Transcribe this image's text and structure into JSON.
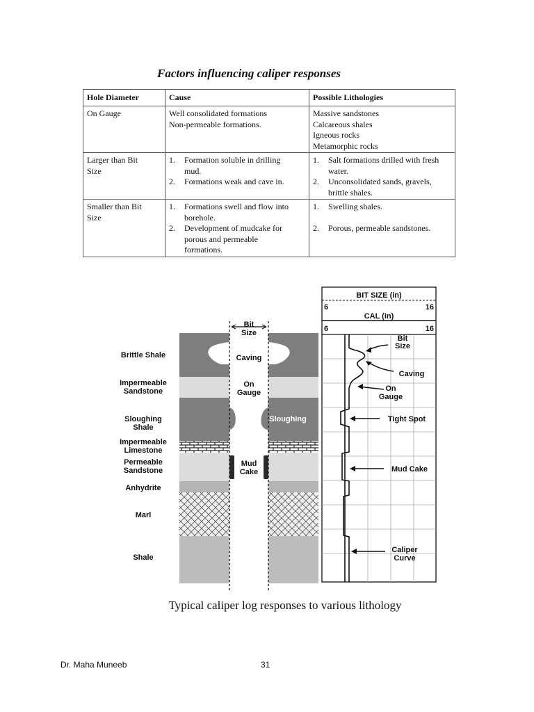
{
  "page": {
    "heading": "Factors influencing caliper responses",
    "caption": "Typical caliper log responses to various lithology",
    "footer_author": "Dr. Maha Muneeb",
    "footer_page": "31"
  },
  "table": {
    "headers": [
      "Hole Diameter",
      "Cause",
      "Possible Lithologies"
    ],
    "rows": [
      {
        "diameter": [
          "On Gauge"
        ],
        "cause_lines": [
          "Well consolidated formations",
          "Non-permeable formations."
        ],
        "lith_lines": [
          "Massive sandstones",
          "Calcareous shales",
          "Igneous rocks",
          "Metamorphic rocks"
        ]
      },
      {
        "diameter": [
          "Larger than Bit",
          "Size"
        ],
        "cause_items": [
          {
            "n": "1.",
            "lines": [
              "Formation soluble in drilling",
              "mud."
            ]
          },
          {
            "n": "2.",
            "lines": [
              "Formations weak and cave in."
            ]
          }
        ],
        "lith_items": [
          {
            "n": "1.",
            "lines": [
              "Salt formations drilled with fresh",
              "water."
            ]
          },
          {
            "n": "2.",
            "lines": [
              "Unconsolidated sands, gravels,",
              "brittle shales."
            ]
          }
        ]
      },
      {
        "diameter": [
          "Smaller than Bit",
          "Size"
        ],
        "cause_items": [
          {
            "n": "1.",
            "lines": [
              "Formations swell and flow into",
              "borehole."
            ]
          },
          {
            "n": "2.",
            "lines": [
              "Development of mudcake for",
              "porous and permeable",
              "formations."
            ]
          }
        ],
        "lith_items": [
          {
            "n": "1.",
            "lines": [
              "Swelling shales."
            ]
          },
          {
            "n": "2.",
            "lines": [
              "Porous, permeable sandstones."
            ]
          }
        ]
      }
    ]
  },
  "figure": {
    "lithology_labels": [
      [
        "Brittle Shale"
      ],
      [
        "Impermeable",
        "Sandstone"
      ],
      [
        "Sloughing",
        "Shale"
      ],
      [
        "Impermeable",
        "Limestone"
      ],
      [
        "Permeable",
        "Sandstone"
      ],
      [
        "Anhydrite"
      ],
      [
        "Marl"
      ],
      [
        "Shale"
      ]
    ],
    "borehole_labels": {
      "bit_size": [
        "Bit",
        "Size"
      ],
      "caving": "Caving",
      "on_gauge": [
        "On",
        "Gauge"
      ],
      "sloughing": "Sloughing",
      "mud_cake": [
        "Mud",
        "Cake"
      ]
    },
    "log_header": {
      "bit_size_title": "BIT SIZE (in)",
      "bit_min": "6",
      "bit_max": "16",
      "cal_title": "CAL (in)",
      "cal_min": "6",
      "cal_max": "16"
    },
    "log_annotations": {
      "bit_size": [
        "Bit",
        "Size"
      ],
      "caving": "Caving",
      "on_gauge": [
        "On",
        "Gauge"
      ],
      "tight_spot": "Tight Spot",
      "mud_cake": "Mud Cake",
      "caliper_curve": [
        "Caliper",
        "Curve"
      ]
    }
  }
}
